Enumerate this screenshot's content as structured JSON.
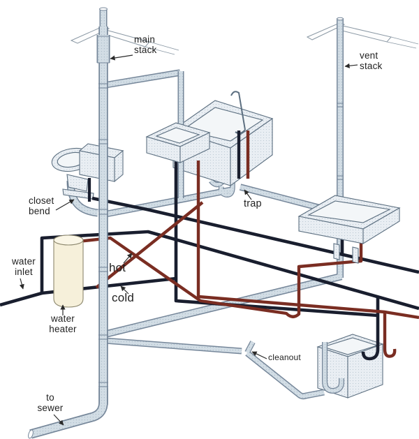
{
  "labels": {
    "main_stack": {
      "line1": "main",
      "line2": "stack"
    },
    "vent_stack": {
      "line1": "vent",
      "line2": "stack"
    },
    "closet_bend": {
      "line1": "closet",
      "line2": "bend"
    },
    "trap": {
      "text": "trap"
    },
    "water_inlet": {
      "line1": "water",
      "line2": "inlet"
    },
    "hot": {
      "text": "hot"
    },
    "cold": {
      "text": "cold"
    },
    "water_heater": {
      "line1": "water",
      "line2": "heater"
    },
    "cleanout": {
      "text": "cleanout"
    },
    "to_sewer": {
      "line1": "to",
      "line2": "sewer"
    }
  },
  "colors": {
    "background": "#ffffff",
    "cold_pipe": "#191e2e",
    "hot_pipe": "#7a2d22",
    "drain_fill": "#d2dde5",
    "drain_outline": "#76879a",
    "fixture_outline": "#5c6f80",
    "water_heater_fill": "#f6f0da",
    "label_text": "#1f1f1f"
  }
}
